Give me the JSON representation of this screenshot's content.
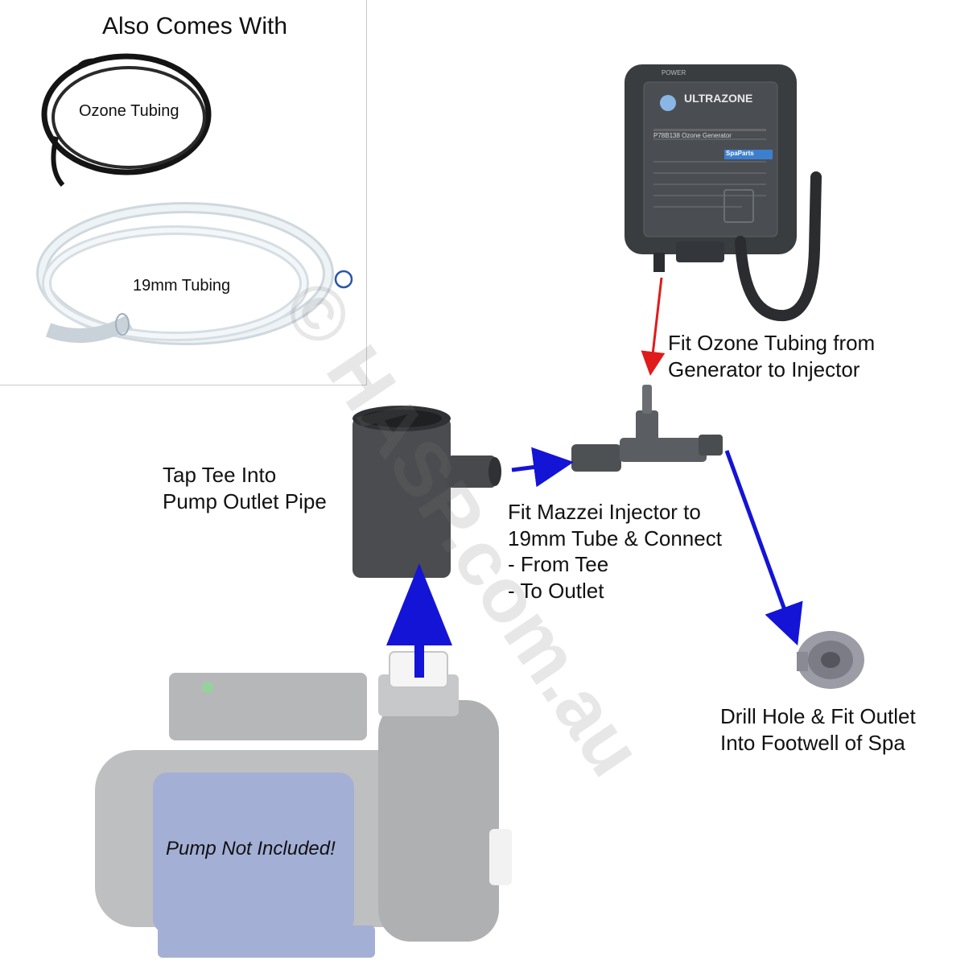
{
  "inset": {
    "heading": "Also Comes With",
    "ozone_tubing_label": "Ozone Tubing",
    "tubing_19mm_label": "19mm Tubing"
  },
  "generator": {
    "brand": "ULTRAZONE",
    "model_line": "P78B138 Ozone Generator",
    "power_label": "POWER",
    "badge": "SpaParts"
  },
  "steps": {
    "fit_ozone_tubing": "Fit Ozone Tubing from\nGenerator to Injector",
    "tap_tee": "Tap Tee Into\nPump Outlet Pipe",
    "fit_injector": "Fit Mazzei Injector to\n19mm Tube & Connect\n- From Tee\n- To Outlet",
    "drill_hole": "Drill Hole & Fit Outlet\nInto Footwell of Spa",
    "pump_note": "Pump Not Included!"
  },
  "watermark": "© HASP.com.au",
  "colors": {
    "arrow_blue": "#1414d6",
    "arrow_red": "#e01b1b",
    "device_dark": "#3a3d40",
    "motor_blue": "#5a6fb5"
  }
}
